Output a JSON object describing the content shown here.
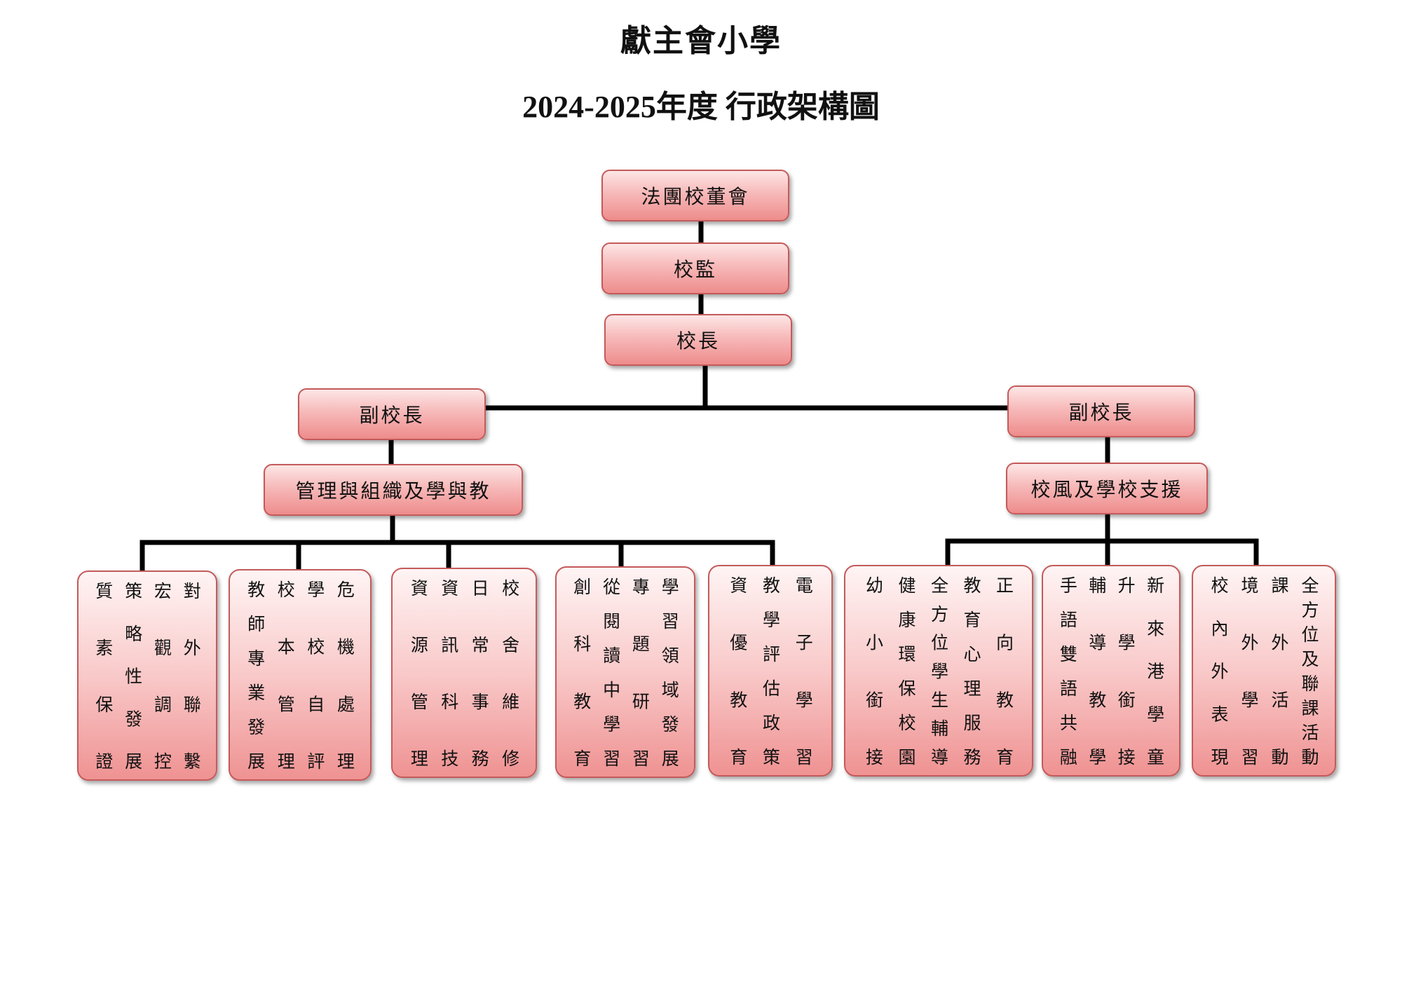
{
  "title": "獻主會小學",
  "subtitle": "2024-2025年度 行政架構圖",
  "nodes": {
    "board": "法團校董會",
    "supervisor": "校監",
    "principal": "校長",
    "vp_left": "副校長",
    "vp_right": "副校長",
    "dept_left": "管理與組織及學與教",
    "dept_right": "校風及學校支援"
  },
  "committees": [
    [
      "對外聯繫",
      "宏觀調控",
      "策略性發展",
      "質素保證"
    ],
    [
      "危機處理",
      "學校自評",
      "校本管理",
      "教師專業發展"
    ],
    [
      "校舍維修",
      "日常事務",
      "資訊科技",
      "資源管理"
    ],
    [
      "學習領域發展",
      "專題研習",
      "從閱讀中學習",
      "創科教育"
    ],
    [
      "電子學習",
      "教學評估政策",
      "資優教育"
    ],
    [
      "正向教育",
      "教育心理服務",
      "全方位學生輔導",
      "健康環保校園",
      "幼小銜接"
    ],
    [
      "新來港學童",
      "升學銜接",
      "輔導教學",
      "手語雙語共融"
    ],
    [
      "全方位及聯課活動",
      "課外活動",
      "境外學習",
      "校內外表現"
    ]
  ]
}
